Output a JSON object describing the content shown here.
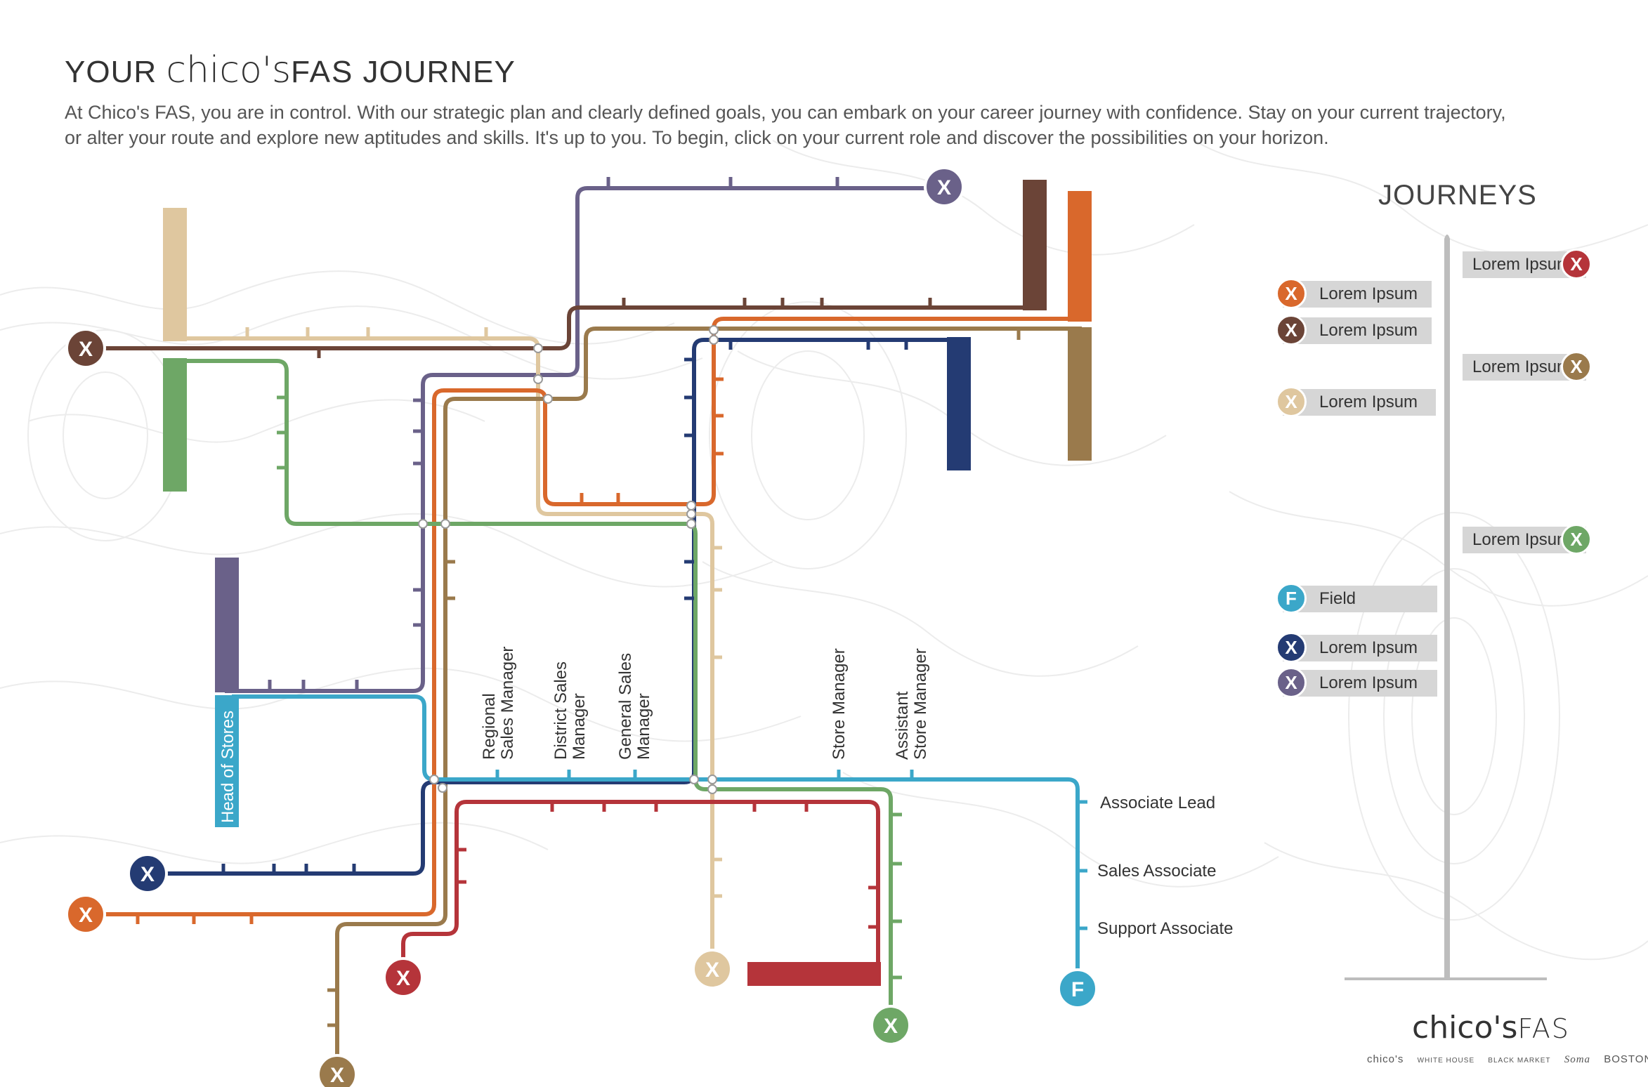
{
  "header": {
    "title_prefix": "YOUR",
    "title_brand": "chico's",
    "title_fas": "FAS",
    "title_suffix": "JOURNEY",
    "intro": "At Chico's FAS, you are in control.  With our strategic plan and clearly defined goals, you can embark on your career journey with confidence. Stay on your current trajectory, or alter your route and explore new aptitudes and skills. It's up to you. To begin, click on your current role and discover the possibilities on your horizon."
  },
  "stations": {
    "head_of_stores": "Head of Stores",
    "regional_1": "Regional",
    "regional_2": "Sales Manager",
    "district_1": "District Sales",
    "district_2": "Manager",
    "general_1": "General Sales",
    "general_2": "Manager",
    "store_manager": "Store Manager",
    "assistant_1": "Assistant",
    "assistant_2": "Store Manager",
    "associate_lead": "Associate Lead",
    "sales_associate": "Sales Associate",
    "support_associate": "Support Associate"
  },
  "terminal_badges": {
    "x": "X",
    "f": "F"
  },
  "journeys": {
    "title": "JOURNEYS",
    "items": [
      {
        "label": "Lorem Ipsum",
        "badge": "X",
        "color": "#b5343a",
        "side": "right"
      },
      {
        "label": "Lorem Ipsum",
        "badge": "X",
        "color": "#d9682c",
        "side": "left"
      },
      {
        "label": "Lorem Ipsum",
        "badge": "X",
        "color": "#6b4437",
        "side": "left"
      },
      {
        "label": "Lorem Ipsum",
        "badge": "X",
        "color": "#9a7a4c",
        "side": "right"
      },
      {
        "label": "Lorem Ipsum",
        "badge": "X",
        "color": "#dfc79f",
        "side": "left"
      },
      {
        "label": "Lorem Ipsum",
        "badge": "X",
        "color": "#6ea766",
        "side": "right"
      },
      {
        "label": "Field",
        "badge": "F",
        "color": "#3ba7c9",
        "side": "left"
      },
      {
        "label": "Lorem Ipsum",
        "badge": "X",
        "color": "#243b73",
        "side": "left"
      },
      {
        "label": "Lorem Ipsum",
        "badge": "X",
        "color": "#6a6189",
        "side": "left"
      }
    ]
  },
  "footer": {
    "logo_brand": "chico's",
    "logo_fas": "FAS",
    "brands": [
      "chico's",
      "WHITE HOUSE",
      "BLACK MARKET",
      "Soma",
      "BOSTON PROPER"
    ]
  },
  "colors": {
    "red": "#b5343a",
    "orange": "#d9682c",
    "brown": "#6b4437",
    "tan": "#9a7a4c",
    "beige": "#dfc79f",
    "green": "#6ea766",
    "blue": "#3ba7c9",
    "navy": "#243b73",
    "purple": "#6a6189"
  }
}
